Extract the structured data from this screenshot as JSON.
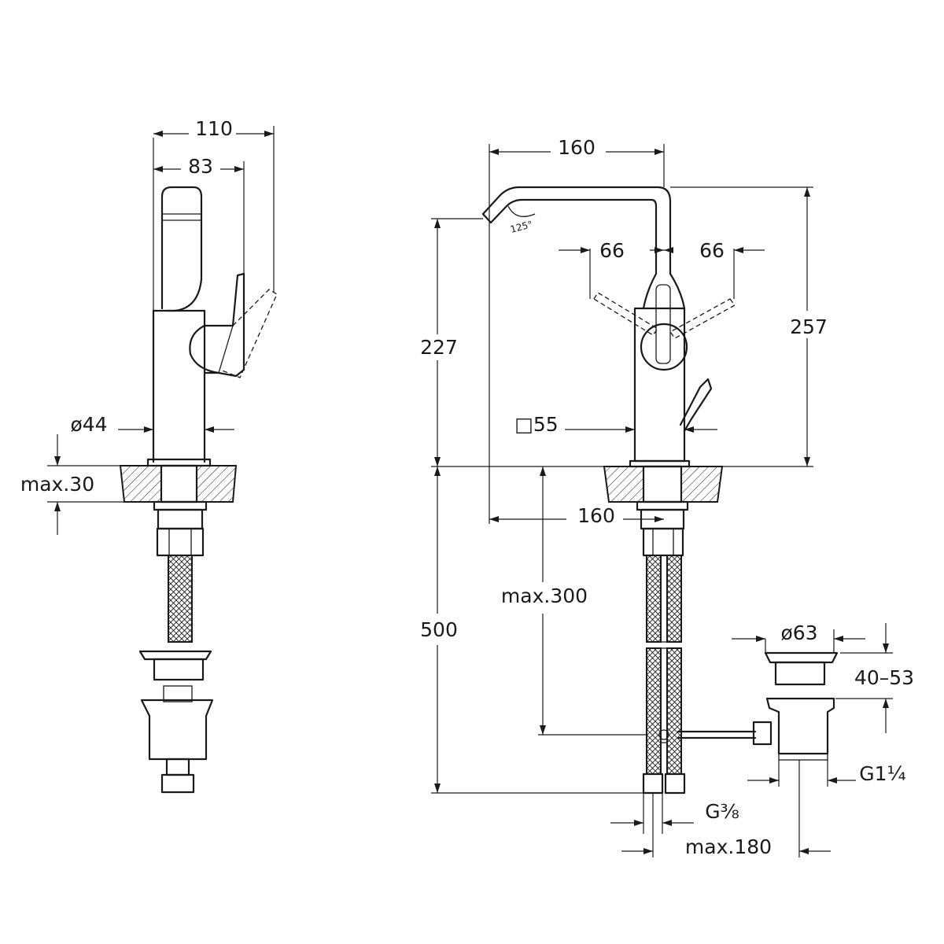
{
  "dimensions": {
    "side_width": "110",
    "side_handle": "83",
    "side_diameter": "ø44",
    "deck_thickness": "max.30",
    "spout_reach_top": "160",
    "handle_left": "66",
    "handle_right": "66",
    "spout_height": "227",
    "total_height": "257",
    "body_square": "□55",
    "spout_reach_bottom": "160",
    "rod_length": "max.300",
    "hose_length": "500",
    "waste_diameter": "ø63",
    "waste_height": "40–53",
    "waste_thread": "G1¼",
    "hose_thread": "G⅜",
    "waste_offset": "max.180",
    "spout_angle": "125°"
  }
}
